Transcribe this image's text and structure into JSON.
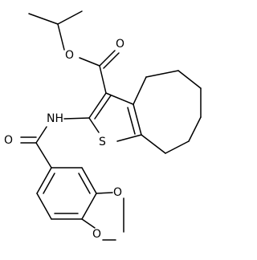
{
  "molecule": {
    "atoms": {
      "carbonyl_oxygen_ester": "O",
      "ester_oxygen": "O",
      "amide_nitrogen": "NH",
      "thiophene_sulfur": "S",
      "amide_oxygen": "O",
      "dioxole_oxygen_upper": "O",
      "dioxole_oxygen_lower": "O"
    }
  }
}
